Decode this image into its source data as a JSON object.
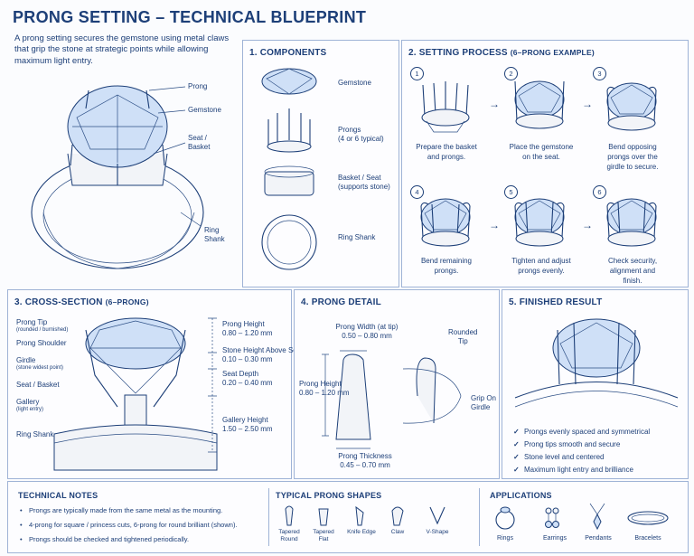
{
  "title": "PRONG SETTING – TECHNICAL BLUEPRINT",
  "intro": "A prong setting secures the gemstone using metal claws that grip the stone at strategic points while allowing maximum light entry.",
  "ring_labels": {
    "prong": "Prong",
    "gemstone": "Gemstone",
    "seat": "Seat /\nBasket",
    "shank": "Ring\nShank"
  },
  "components": {
    "title": "1. COMPONENTS",
    "items": [
      {
        "label": "Gemstone"
      },
      {
        "label": "Prongs\n(4 or 6 typical)"
      },
      {
        "label": "Basket / Seat\n(supports stone)"
      },
      {
        "label": "Ring Shank"
      }
    ]
  },
  "process": {
    "title": "2. SETTING PROCESS",
    "subtitle": "(6–PRONG EXAMPLE)",
    "steps": [
      {
        "num": "1",
        "caption": "Prepare the basket\nand prongs."
      },
      {
        "num": "2",
        "caption": "Place the gemstone\non the seat."
      },
      {
        "num": "3",
        "caption": "Bend opposing\nprongs over the\ngirdle to secure."
      },
      {
        "num": "4",
        "caption": "Bend remaining\nprongs."
      },
      {
        "num": "5",
        "caption": "Tighten and adjust\nprongs evenly."
      },
      {
        "num": "6",
        "caption": "Check security,\nalignment and\nfinish."
      }
    ]
  },
  "cross_section": {
    "title": "3. CROSS-SECTION",
    "subtitle": "(6–PRONG)",
    "left_labels": {
      "prong_tip": "Prong Tip",
      "prong_tip_note": "(rounded / burnished)",
      "prong_shoulder": "Prong Shoulder",
      "girdle": "Girdle",
      "girdle_note": "(stone widest point)",
      "seat": "Seat / Basket",
      "gallery": "Gallery",
      "gallery_note": "(light entry)",
      "shank": "Ring Shank"
    },
    "dims": {
      "prong_height": "Prong Height",
      "prong_height_val": "0.80 – 1.20 mm",
      "stone_height": "Stone Height Above Seat",
      "stone_height_val": "0.10 – 0.30 mm",
      "seat_depth": "Seat Depth",
      "seat_depth_val": "0.20 – 0.40 mm",
      "gallery_height": "Gallery Height",
      "gallery_height_val": "1.50 – 2.50 mm"
    }
  },
  "prong_detail": {
    "title": "4. PRONG DETAIL",
    "width": "Prong Width (at tip)",
    "width_val": "0.50 – 0.80 mm",
    "height": "Prong Height",
    "height_val": "0.80 – 1.20 mm",
    "thickness": "Prong Thickness",
    "thickness_val": "0.45 – 0.70 mm",
    "rounded_tip": "Rounded\nTip",
    "grip": "Grip On\nGirdle"
  },
  "finished": {
    "title": "5. FINISHED RESULT",
    "checks": [
      "Prongs evenly spaced and symmetrical",
      "Prong tips smooth and secure",
      "Stone level and centered",
      "Maximum light entry and brilliance"
    ]
  },
  "technical_notes": {
    "title": "TECHNICAL NOTES",
    "items": [
      "Prongs are typically made from the same metal as the mounting.",
      "4-prong for square / princess cuts, 6-prong for round brilliant (shown).",
      "Prongs should be checked and tightened periodically."
    ]
  },
  "shapes": {
    "title": "TYPICAL PRONG SHAPES",
    "items": [
      {
        "label": "Tapered\nRound"
      },
      {
        "label": "Tapered\nFlat"
      },
      {
        "label": "Knife Edge"
      },
      {
        "label": "Claw"
      },
      {
        "label": "V-Shape"
      }
    ]
  },
  "applications": {
    "title": "APPLICATIONS",
    "items": [
      {
        "label": "Rings"
      },
      {
        "label": "Earrings"
      },
      {
        "label": "Pendants"
      },
      {
        "label": "Bracelets"
      }
    ]
  },
  "colors": {
    "ink": "#1d3f78",
    "gem": "#cfe0f7",
    "border": "#9fb3d6"
  }
}
